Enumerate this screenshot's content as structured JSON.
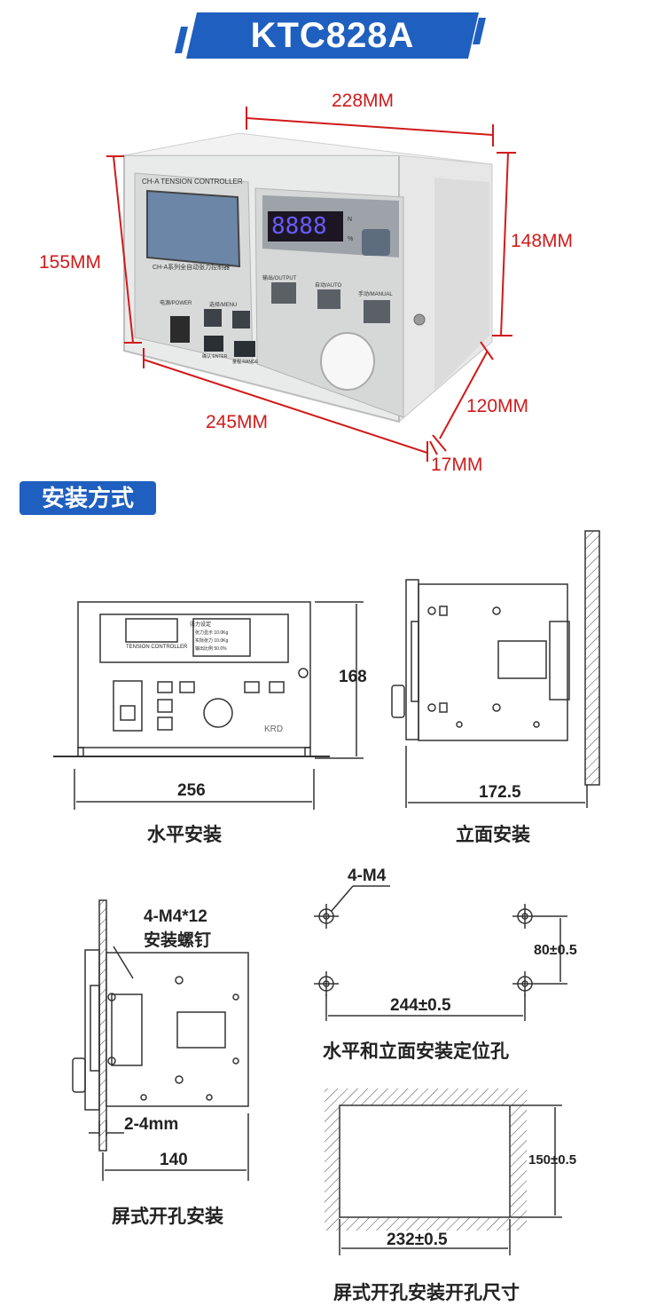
{
  "banner": {
    "model": "KTC828A"
  },
  "photo_dims": {
    "width_top": "228MM",
    "height_left": "155MM",
    "height_right": "148MM",
    "width_bottom": "245MM",
    "depth": "120MM",
    "flange": "17MM"
  },
  "device_face": {
    "brand_line": "CH-A TENSION CONTROLLER",
    "series_line": "CH-A系列全自动张力控制器",
    "power_label": "电源/POWER",
    "menu_label": "选择/MENU",
    "enter_label": "确认 ENTER",
    "range_label": "量程 RANGE",
    "output_label": "输出/OUTPUT",
    "auto_label": "自动/AUTO",
    "manual_label": "手动/MANUAL",
    "led_display": "8888",
    "unit_n": "N",
    "unit_percent": "%"
  },
  "section": {
    "title": "安装方式"
  },
  "drawings": {
    "horizontal": {
      "height_dim": "168",
      "width_dim": "256",
      "caption": "水平安装",
      "lcd_lines": [
        "张力设定",
        "张力显示 10.0Kg",
        "实际张力 10.0Kg",
        "输出比例 50.0%"
      ],
      "brand": "TENSION CONTROLLER",
      "logo": "KRD"
    },
    "vertical": {
      "width_dim": "172.5",
      "caption": "立面安装"
    },
    "panel": {
      "screw_label": "4-M4*12",
      "screw_label2": "安装螺钉",
      "thickness_dim": "2-4mm",
      "width_dim": "140",
      "caption": "屏式开孔安装"
    },
    "holes": {
      "label": "4-M4",
      "vertical_dim": "80±0.5",
      "horizontal_dim": "244±0.5",
      "caption": "水平和立面安装定位孔"
    },
    "cutout": {
      "vertical_dim": "150±0.5",
      "horizontal_dim": "232±0.5",
      "caption": "屏式开孔安装开孔尺寸"
    }
  },
  "colors": {
    "banner_blue": "#1f5fbf",
    "dim_red": "#d11a1a"
  }
}
